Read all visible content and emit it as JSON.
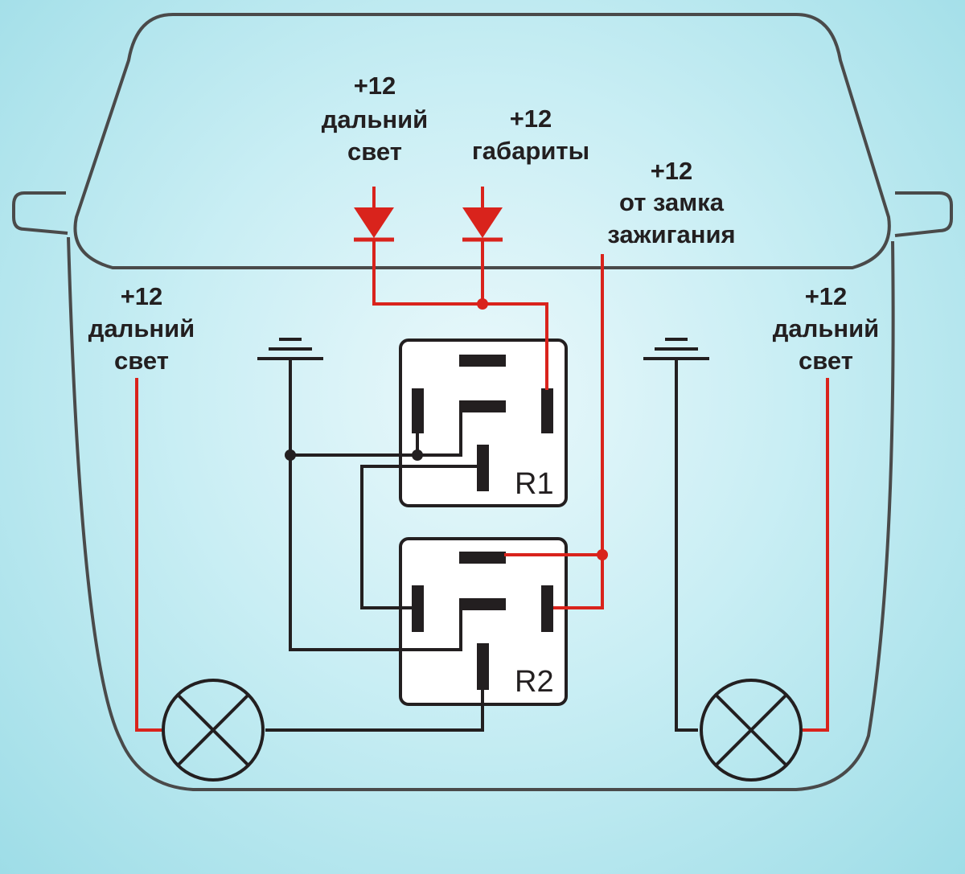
{
  "colors": {
    "background": "#b4e6ee",
    "wire_black": "#231f20",
    "wire_red": "#d9231c",
    "outline": "#4a4a4a",
    "relay_fill": "#ffffff"
  },
  "labels": {
    "top_high_beam": {
      "line1": "+12",
      "line2": "дальний",
      "line3": "свет"
    },
    "top_parking": {
      "line1": "+12",
      "line2": "габариты"
    },
    "top_ignition": {
      "line1": "+12",
      "line2": "от замка",
      "line3": "зажигания"
    },
    "left_high_beam": {
      "line1": "+12",
      "line2": "дальний",
      "line3": "свет"
    },
    "right_high_beam": {
      "line1": "+12",
      "line2": "дальний",
      "line3": "свет"
    }
  },
  "relays": {
    "r1": "R1",
    "r2": "R2"
  },
  "icons": [
    "diode-icon",
    "ground-icon",
    "lamp-icon",
    "junction-dot"
  ]
}
